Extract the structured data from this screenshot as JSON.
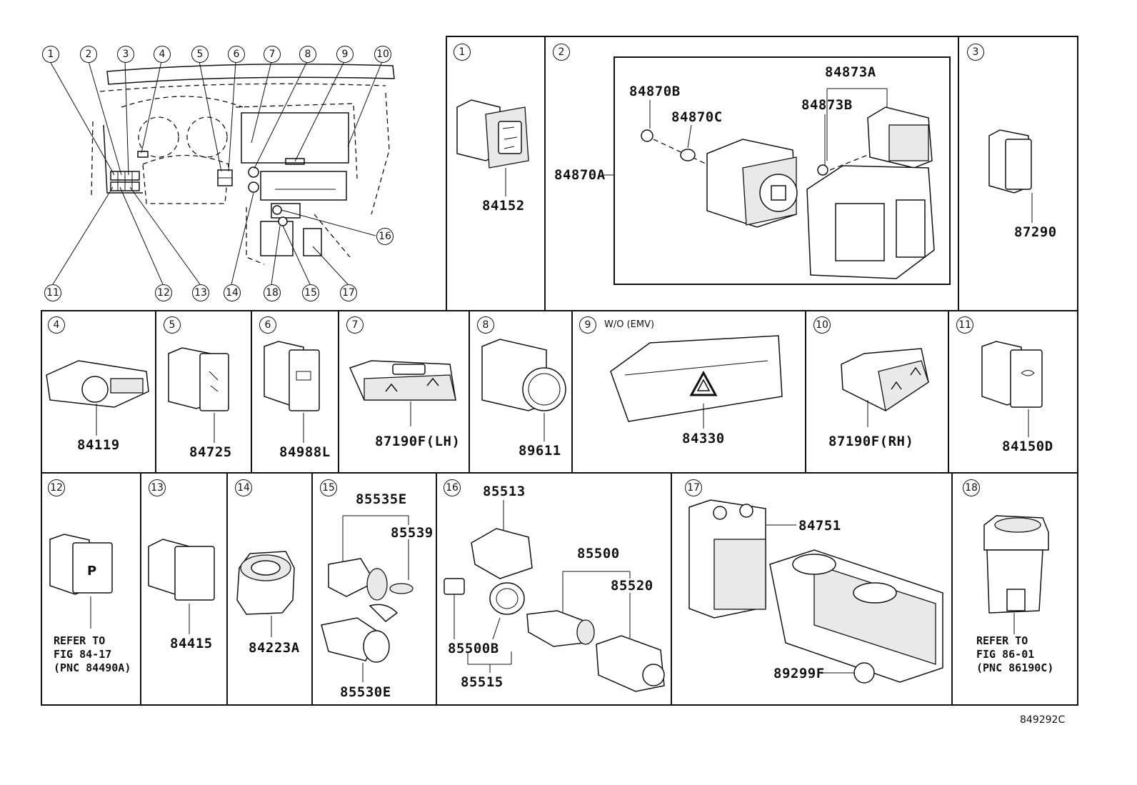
{
  "figure_id": "849292C",
  "overview": {
    "callouts_top": [
      "1",
      "2",
      "3",
      "4",
      "5",
      "6",
      "7",
      "8",
      "9",
      "10"
    ],
    "callouts_bottom": [
      "11",
      "12",
      "13",
      "14",
      "18",
      "15",
      "17"
    ],
    "callout_right": "16"
  },
  "panels": [
    {
      "index": "1",
      "parts": [
        "84152"
      ]
    },
    {
      "index": "2",
      "parts": [
        "84873A",
        "84870B",
        "84870C",
        "84873B",
        "84870A"
      ]
    },
    {
      "index": "3",
      "parts": [
        "87290"
      ]
    },
    {
      "index": "4",
      "parts": [
        "84119"
      ]
    },
    {
      "index": "5",
      "parts": [
        "84725"
      ]
    },
    {
      "index": "6",
      "parts": [
        "84988L"
      ]
    },
    {
      "index": "7",
      "parts": [
        "87190F(LH)"
      ]
    },
    {
      "index": "8",
      "parts": [
        "89611"
      ]
    },
    {
      "index": "9",
      "condition": "W/O (EMV)",
      "parts": [
        "84330"
      ]
    },
    {
      "index": "10",
      "parts": [
        "87190F(RH)"
      ]
    },
    {
      "index": "11",
      "parts": [
        "84150D"
      ]
    },
    {
      "index": "12",
      "note": [
        "REFER TO",
        "FIG 84-17",
        "(PNC 84490A)"
      ]
    },
    {
      "index": "13",
      "parts": [
        "84415"
      ]
    },
    {
      "index": "14",
      "parts": [
        "84223A"
      ]
    },
    {
      "index": "15",
      "parts": [
        "85535E",
        "85539",
        "85530E"
      ]
    },
    {
      "index": "16",
      "parts": [
        "85513",
        "85500",
        "85520",
        "85500B",
        "85515"
      ]
    },
    {
      "index": "17",
      "parts": [
        "84751",
        "89299F"
      ]
    },
    {
      "index": "18",
      "note": [
        "REFER TO",
        "FIG 86-01",
        "(PNC 86190C)"
      ]
    }
  ]
}
